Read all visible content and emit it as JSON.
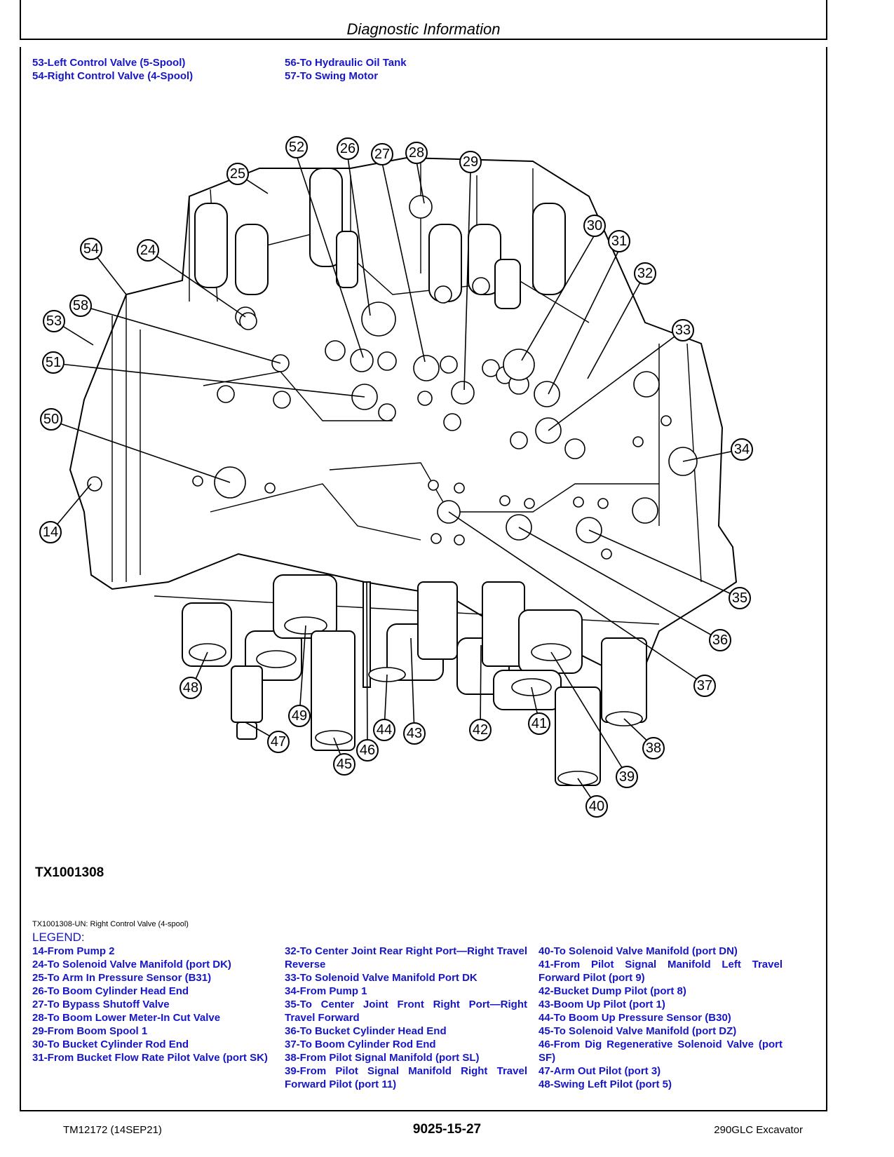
{
  "header": {
    "title": "Diagnostic Information"
  },
  "top_legend": {
    "col1": [
      "53-Left Control Valve (5-Spool)",
      "54-Right Control Valve (4-Spool)"
    ],
    "col2": [
      "56-To Hydraulic Oil Tank",
      "57-To Swing Motor"
    ]
  },
  "figure": {
    "id": "TX1001308",
    "caption": "TX1001308-UN: Right Control Valve (4-spool)",
    "callouts": [
      "14",
      "24",
      "25",
      "26",
      "27",
      "28",
      "29",
      "30",
      "31",
      "32",
      "33",
      "34",
      "35",
      "36",
      "37",
      "38",
      "39",
      "40",
      "41",
      "42",
      "43",
      "44",
      "45",
      "46",
      "47",
      "48",
      "49",
      "50",
      "51",
      "52",
      "53",
      "54",
      "58"
    ]
  },
  "legend": {
    "heading": "LEGEND:",
    "col1": [
      "14-From Pump 2",
      "24-To Solenoid Valve Manifold (port DK)",
      "25-To Arm In Pressure Sensor (B31)",
      "26-To Boom Cylinder Head End",
      "27-To Bypass Shutoff Valve",
      "28-To Boom Lower Meter-In Cut Valve",
      "29-From Boom Spool 1",
      "30-To Bucket Cylinder Rod End",
      "31-From Bucket Flow Rate Pilot Valve (port SK)"
    ],
    "col2": [
      "32-To Center Joint Rear Right Port—Right Travel Reverse",
      "33-To Solenoid Valve Manifold Port DK",
      "34-From Pump 1",
      "35-To Center Joint Front Right Port—Right Travel Forward",
      "36-To Bucket Cylinder Head End",
      "37-To Boom Cylinder Rod End",
      "38-From Pilot Signal Manifold (port SL)",
      "39-From Pilot Signal Manifold Right Travel Forward Pilot (port 11)"
    ],
    "col3": [
      "40-To Solenoid Valve Manifold (port DN)",
      "41-From Pilot Signal Manifold Left Travel Forward Pilot (port 9)",
      "42-Bucket Dump Pilot (port 8)",
      "43-Boom Up Pilot (port 1)",
      "44-To Boom Up Pressure Sensor (B30)",
      "45-To Solenoid Valve Manifold (port DZ)",
      "46-From Dig Regenerative Solenoid Valve (port SF)",
      "47-Arm Out Pilot (port 3)",
      "48-Swing Left Pilot (port 5)"
    ]
  },
  "footer": {
    "left": "TM12172 (14SEP21)",
    "center": "9025-15-27",
    "right": "290GLC Excavator"
  }
}
